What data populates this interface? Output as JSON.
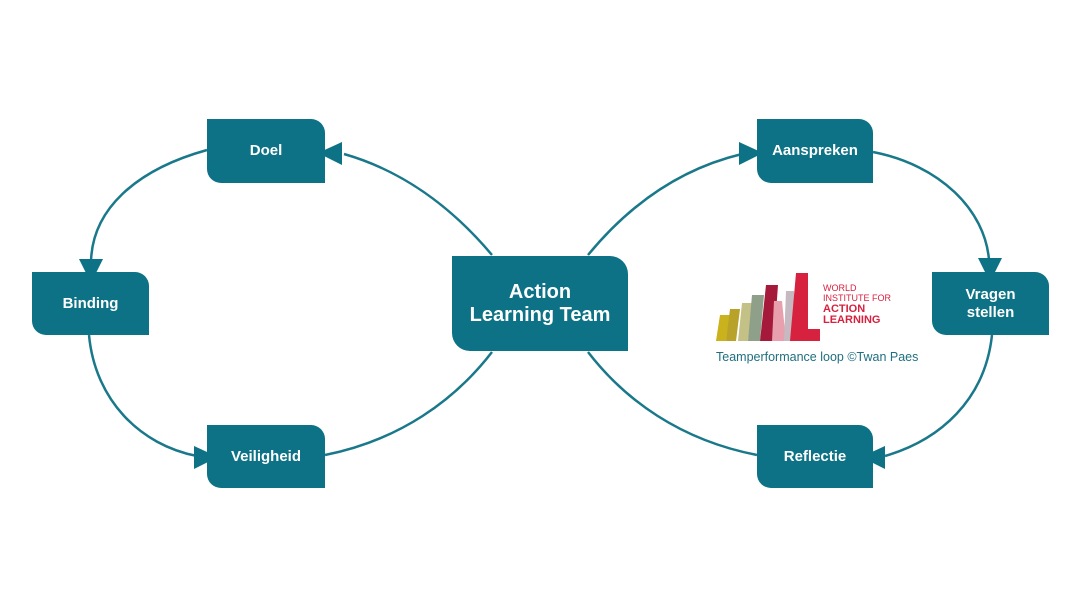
{
  "diagram": {
    "center": "Action\nLearning Team",
    "left_loop": {
      "doel": "Doel",
      "binding": "Binding",
      "veiligheid": "Veiligheid"
    },
    "right_loop": {
      "aanspreken": "Aanspreken",
      "vragen_stellen": "Vragen\nstellen",
      "reflectie": "Reflectie"
    }
  },
  "logo": {
    "line1": "WORLD",
    "line2": "INSTITUTE FOR",
    "line3": "ACTION",
    "line4": "LEARNING"
  },
  "caption": "Teamperformance loop ©Twan Paes",
  "colors": {
    "node_fill": "#0d7285",
    "line": "#19788a",
    "logo_red": "#d6213f",
    "caption": "#1f6f80"
  }
}
